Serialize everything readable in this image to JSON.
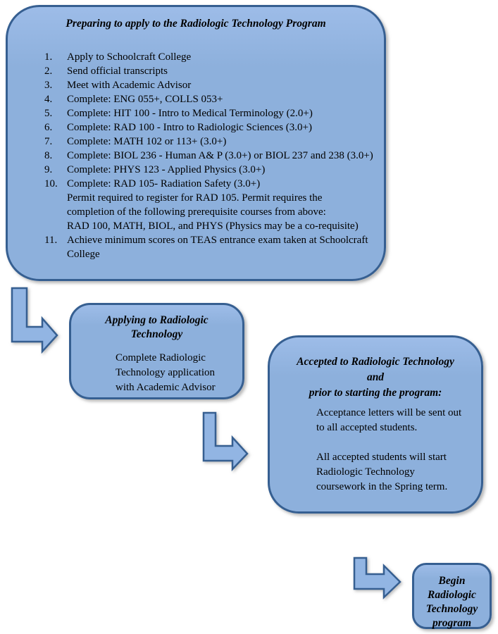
{
  "colors": {
    "box_fill": "#8db0dc",
    "box_fill_light": "#9dbce8",
    "box_border": "#365f91",
    "arrow_fill": "#92b5e3",
    "text_color": "#000000",
    "page_bg": "#ffffff"
  },
  "boxes": {
    "prep": {
      "title": "Preparing to apply to the Radiologic Technology Program",
      "steps": [
        {
          "num": "1.",
          "text": "Apply to Schoolcraft College"
        },
        {
          "num": "2.",
          "text": "Send official transcripts"
        },
        {
          "num": "3.",
          "text": "Meet with Academic Advisor"
        },
        {
          "num": "4.",
          "text": "Complete: ENG 055+, COLLS 053+"
        },
        {
          "num": "5.",
          "text": "Complete: HIT 100 - Intro to Medical Terminology (2.0+)"
        },
        {
          "num": "6.",
          "text": "Complete: RAD 100 - Intro to Radiologic Sciences (3.0+)"
        },
        {
          "num": "7.",
          "text": "Complete: MATH 102 or 113+ (3.0+)"
        },
        {
          "num": "8.",
          "text": "Complete: BIOL 236 - Human A& P (3.0+) or BIOL 237 and 238 (3.0+)"
        },
        {
          "num": "9.",
          "text": "Complete: PHYS 123 - Applied Physics (3.0+)"
        },
        {
          "num": "10.",
          "text": "Complete: RAD 105- Radiation Safety (3.0+)",
          "note": [
            "Permit required to register for RAD 105.  Permit requires the",
            "completion of the following prerequisite courses from above:",
            "RAD 100, MATH, BIOL, and PHYS (Physics may be a co-requisite)"
          ]
        },
        {
          "num": "11.",
          "text": "Achieve minimum scores on TEAS entrance exam taken at Schoolcraft College"
        }
      ]
    },
    "applying": {
      "title_lines": [
        "Applying to Radiologic",
        "Technology"
      ],
      "body_lines": [
        "Complete Radiologic",
        "Technology application",
        "with Academic Advisor"
      ]
    },
    "accepted": {
      "title_lines": [
        "Accepted to Radiologic Technology",
        "and",
        "prior to starting  the program:"
      ],
      "paragraphs": [
        [
          "Acceptance letters will be sent out",
          "to all accepted students."
        ],
        [
          "All accepted students will start",
          "Radiologic Technology",
          "coursework in the Spring term."
        ]
      ]
    },
    "begin": {
      "title_lines": [
        "Begin",
        "Radiologic",
        "Technology",
        "program"
      ]
    }
  }
}
